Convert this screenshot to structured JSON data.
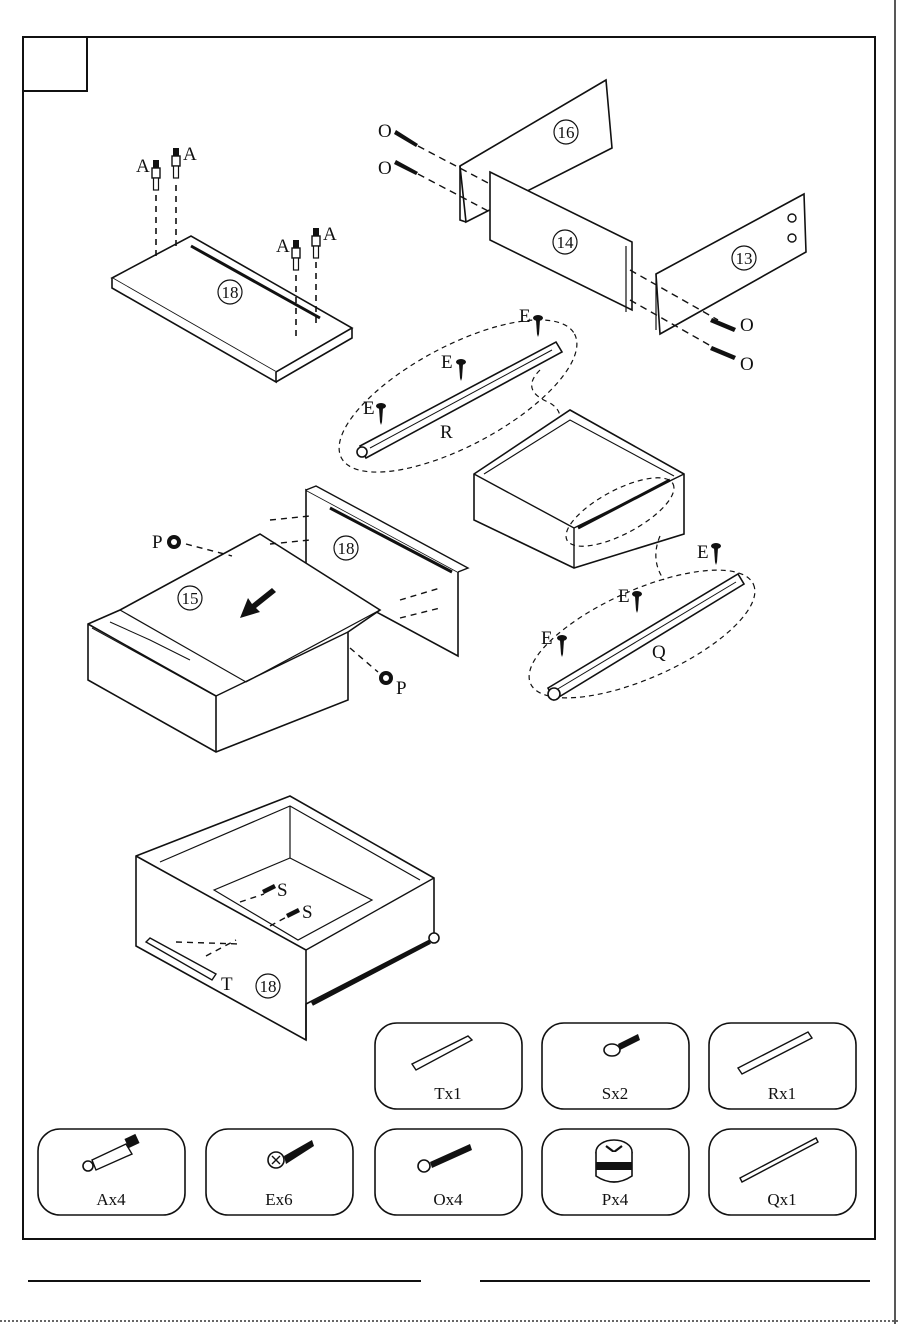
{
  "step_number": "",
  "panel_labels": {
    "p16": "16",
    "p14": "14",
    "p13": "13",
    "p18_top": "18",
    "p18_side": "18",
    "p15": "15",
    "p18_drawer": "18"
  },
  "callouts": {
    "a1": "A",
    "a2": "A",
    "a3": "A",
    "a4": "A",
    "o1": "O",
    "o2": "O",
    "o3": "O",
    "o4": "O",
    "e1": "E",
    "e2": "E",
    "e3": "E",
    "e4": "E",
    "e5": "E",
    "e6": "E",
    "r": "R",
    "q": "Q",
    "p1": "P",
    "p2": "P",
    "s1": "S",
    "s2": "S",
    "t": "T"
  },
  "parts": [
    {
      "id": "T",
      "caption": "Tx1",
      "icon": "handle-strip-icon"
    },
    {
      "id": "S",
      "caption": "Sx2",
      "icon": "bolt-icon"
    },
    {
      "id": "R",
      "caption": "Rx1",
      "icon": "drawer-runner-icon"
    },
    {
      "id": "A",
      "caption": "Ax4",
      "icon": "cam-pin-icon"
    },
    {
      "id": "E",
      "caption": "Ex6",
      "icon": "short-screw-icon"
    },
    {
      "id": "O",
      "caption": "Ox4",
      "icon": "long-screw-icon"
    },
    {
      "id": "P",
      "caption": "Px4",
      "icon": "cam-lock-icon"
    },
    {
      "id": "Q",
      "caption": "Qx1",
      "icon": "drawer-rail-icon"
    }
  ]
}
